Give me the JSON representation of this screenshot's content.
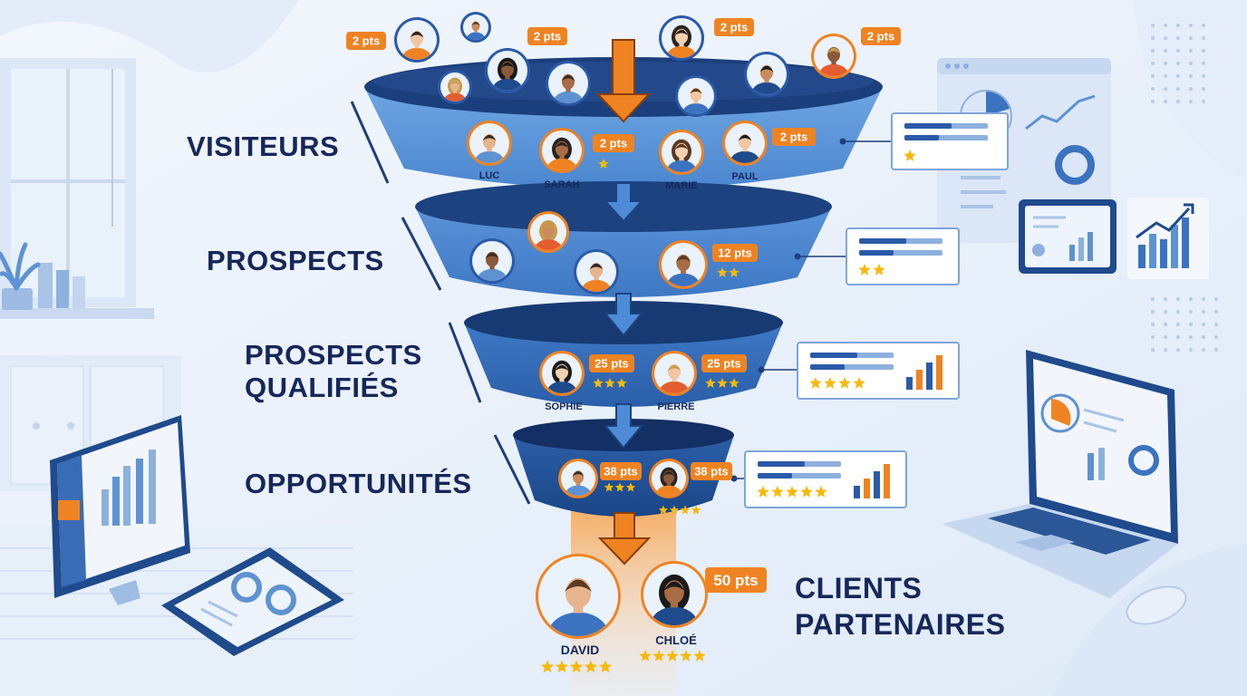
{
  "stages": {
    "visiteurs": "VISITEURS",
    "prospects": "PROSPECTS",
    "qualifies": [
      "PROSPECTS",
      "QUALIFIÉS"
    ],
    "opportunites": "OPPORTUNITÉS",
    "clients": [
      "CLIENTS",
      "PARTENAIRES"
    ]
  },
  "top_badges": [
    "2 pts",
    "2 pts",
    "2 pts",
    "2 pts"
  ],
  "visitors": {
    "names": [
      "LUC",
      "SARAH",
      "MARIE",
      "PAUL"
    ],
    "badges": [
      "2 pts",
      "2 pts"
    ],
    "stars": 1
  },
  "prospects": {
    "badge": "12 pts",
    "stars": 2
  },
  "qualified": {
    "names": [
      "SOPHIE",
      "PIERRE"
    ],
    "badges": [
      "25 pts",
      "25 pts"
    ],
    "stars": 3
  },
  "opportunities": {
    "badges": [
      "38 pts",
      "38 pts"
    ],
    "stars": [
      3,
      4
    ]
  },
  "clients": {
    "names": [
      "DAVID",
      "CHLOÉ"
    ],
    "badge": "50 pts",
    "stars": 5
  },
  "score_cards": [
    {
      "stars": 1,
      "chart": false
    },
    {
      "stars": 2,
      "chart": false
    },
    {
      "stars": 4,
      "chart": true
    },
    {
      "stars": 5,
      "chart": true
    }
  ],
  "colors": {
    "navy": "#16285a",
    "funnel_light": "#5b95d6",
    "funnel_mid": "#3f78c4",
    "funnel_dark": "#1f4f9a",
    "orange": "#ef8322",
    "star": "#f5b90a",
    "background": "#eef4fc"
  }
}
